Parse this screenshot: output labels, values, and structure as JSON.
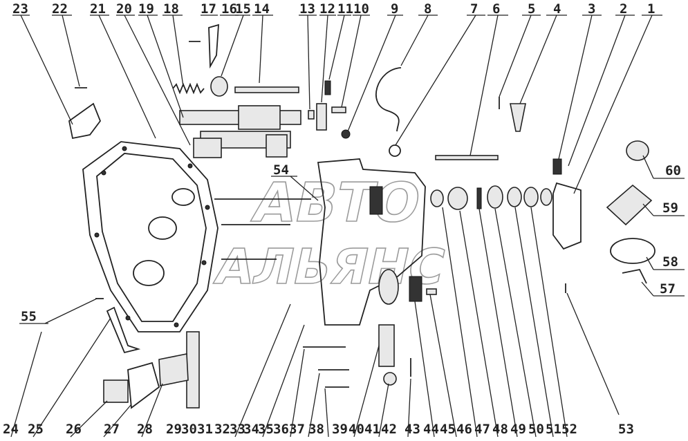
{
  "diagram": {
    "watermark": {
      "line1": "АВТО",
      "line2": "АЛЬЯНС"
    },
    "top_labels": [
      "23",
      "22",
      "21",
      "20",
      "19",
      "18",
      "17",
      "16",
      "15",
      "14",
      "13",
      "12",
      "11",
      "10",
      "9",
      "8",
      "7",
      "6",
      "5",
      "4",
      "3",
      "2",
      "1"
    ],
    "right_labels": [
      "60",
      "59",
      "58",
      "57"
    ],
    "left_labels": [
      "55"
    ],
    "center_labels": [
      "54"
    ],
    "bottom_labels": [
      "24",
      "25",
      "26",
      "27",
      "28",
      "29",
      "30",
      "31",
      "32",
      "33",
      "34",
      "35",
      "36",
      "37",
      "38",
      "39",
      "40",
      "41",
      "42",
      "43",
      "44",
      "45",
      "46",
      "47",
      "48",
      "49",
      "50",
      "51",
      "52",
      "53"
    ]
  }
}
